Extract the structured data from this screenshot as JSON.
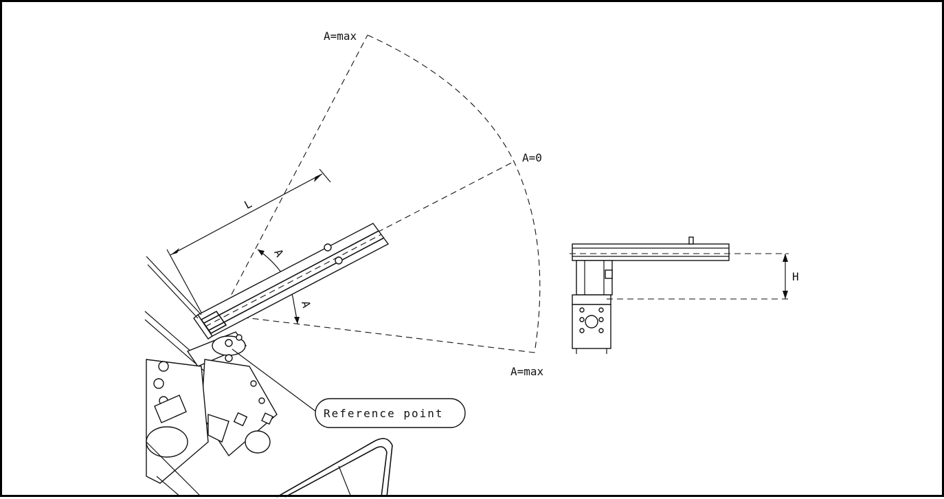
{
  "labels": {
    "a_max_top": "A=max",
    "a_zero": "A=0",
    "a_max_bottom": "A=max",
    "length": "L",
    "angle_upper": "A",
    "angle_lower": "A",
    "height": "H",
    "reference_point": "Reference point"
  }
}
